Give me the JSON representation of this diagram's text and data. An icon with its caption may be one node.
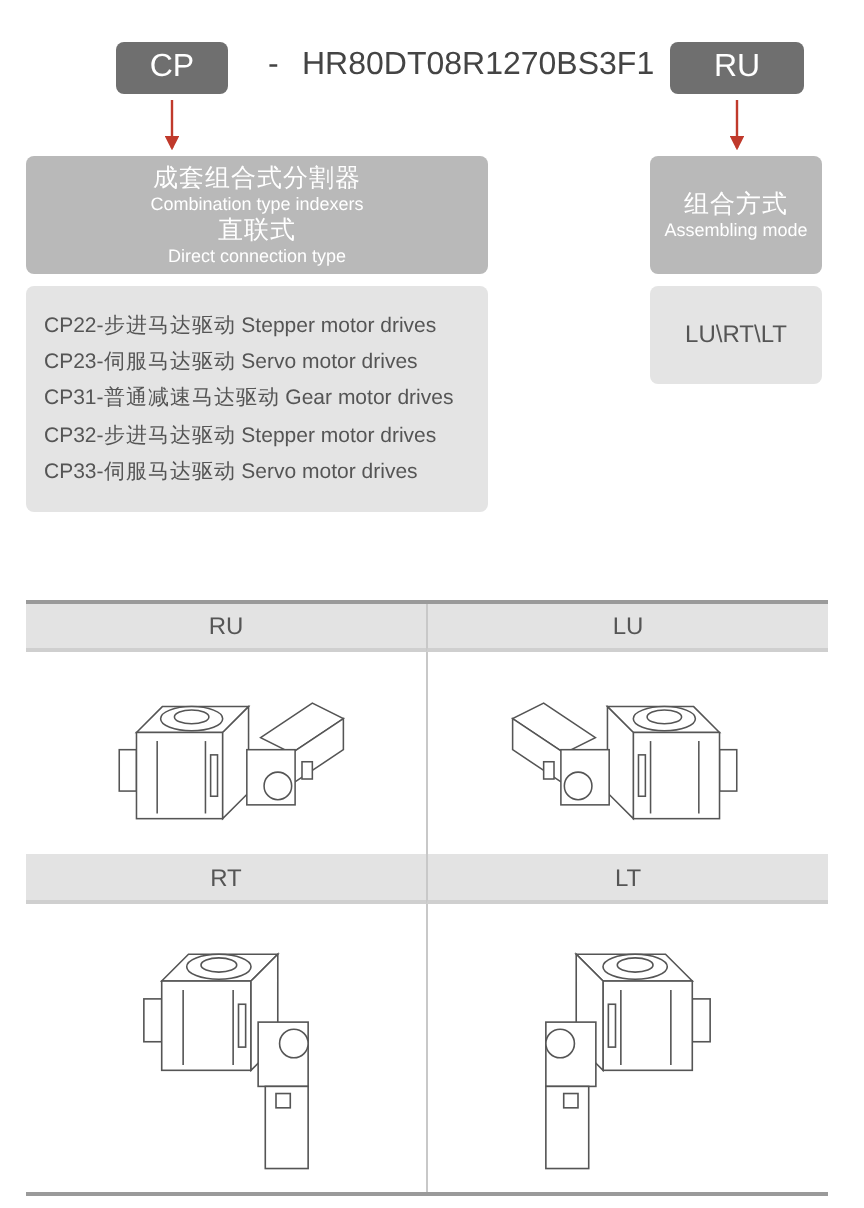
{
  "diagram": {
    "nodes": [
      {
        "text": [
          "CP"
        ]
      },
      {
        "text": [
          "RU"
        ]
      },
      {
        "text": [
          "成套组合式分割器",
          "Combination type indexers",
          "直联式",
          "Direct connection type"
        ]
      },
      {
        "text": [
          "CP22-步进马达驱动 Stepper motor drives",
          "CP23-伺服马达驱动 Servo motor drives",
          "CP31-普通减速马达驱动 Gear motor drives",
          "CP32-步进马达驱动 Stepper motor drives",
          "CP33-伺服马达驱动 Servo motor drives"
        ]
      },
      {
        "text": [
          "组合方式",
          "Assembling mode"
        ]
      },
      {
        "text": [
          "LU\\RT\\LT"
        ]
      }
    ],
    "edges": [
      {
        "from": 0,
        "to": 2,
        "arrow": "to",
        "color": "#c0392b"
      },
      {
        "from": 1,
        "to": 4,
        "arrow": "to",
        "color": "#c0392b"
      }
    ],
    "labels": [
      "-",
      "HR80DT08R1270BS3F1",
      "RU",
      "LU",
      "RT",
      "LT"
    ]
  }
}
